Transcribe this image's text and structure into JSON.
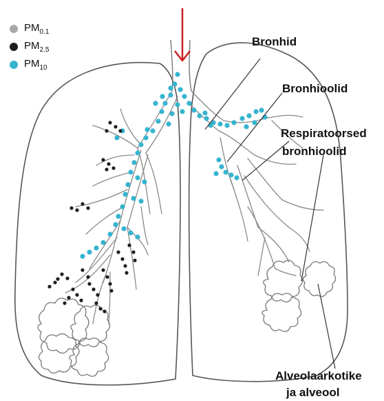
{
  "legend": {
    "items": [
      {
        "base": "PM",
        "sub": "0.1",
        "color": "#a9a9a9"
      },
      {
        "base": "PM",
        "sub": "2.5",
        "color": "#1e1e1e"
      },
      {
        "base": "PM",
        "sub": "10",
        "color": "#36b4cf"
      }
    ]
  },
  "labels": {
    "bronhid": "Bronhid",
    "bronhioolid": "Bronhioolid",
    "respiratoorsed_line1": "Respiratoorsed",
    "respiratoorsed_line2": "bronhioolid",
    "alveol_line1": "Alveolaarkotike",
    "alveol_line2": "ja alveool"
  },
  "colors": {
    "arrow": "#cc1f1f",
    "outline": "#555555",
    "pm10": "#36b4cf",
    "pm25": "#1e1e1e",
    "pm01": "#a9a9a9"
  }
}
